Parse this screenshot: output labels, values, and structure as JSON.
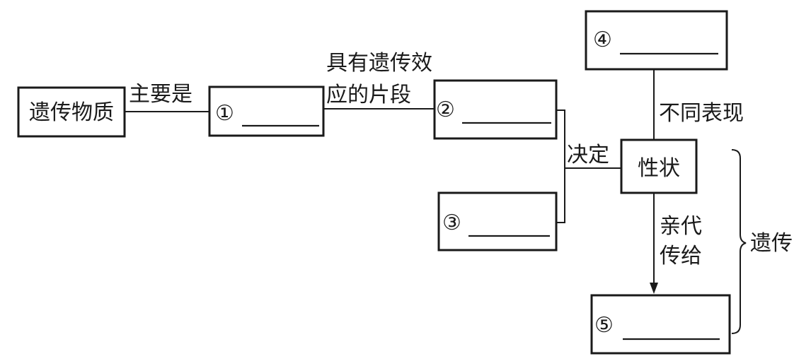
{
  "nodes": {
    "genetic_material": "遗传物质",
    "box1_marker": "①",
    "box2_marker": "②",
    "box3_marker": "③",
    "box4_marker": "④",
    "box5_marker": "⑤",
    "trait": "性状"
  },
  "edges": {
    "mainly_is": "主要是",
    "effect_segment_line1": "具有遗传效",
    "effect_segment_line2": "应的片段",
    "determine": "决定",
    "different_expression": "不同表现",
    "parent_pass_line1": "亲代",
    "parent_pass_line2": "传给",
    "heredity": "遗传"
  }
}
